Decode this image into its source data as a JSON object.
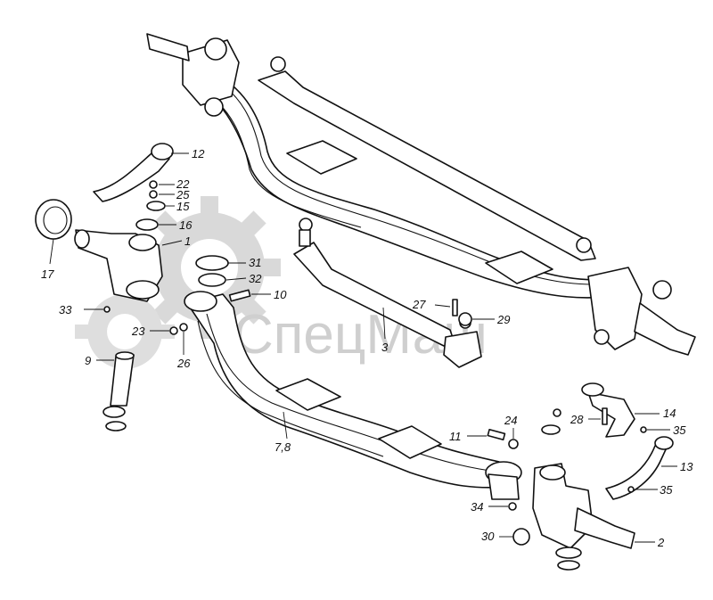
{
  "watermark": {
    "text": "СпецМаш",
    "color": "#cfcfcf"
  },
  "callouts": {
    "c12": "12",
    "c22": "22",
    "c25": "25",
    "c15": "15",
    "c16": "16",
    "c1": "1",
    "c17": "17",
    "c31": "31",
    "c32": "32",
    "c10": "10",
    "c33": "33",
    "c23": "23",
    "c26": "26",
    "c9": "9",
    "c3": "3",
    "c27": "27",
    "c29": "29",
    "c78": "7,8",
    "c11": "11",
    "c24": "24",
    "c28": "28",
    "c14": "14",
    "c35a": "35",
    "c13": "13",
    "c35b": "35",
    "c34": "34",
    "c30": "30",
    "c2": "2"
  }
}
